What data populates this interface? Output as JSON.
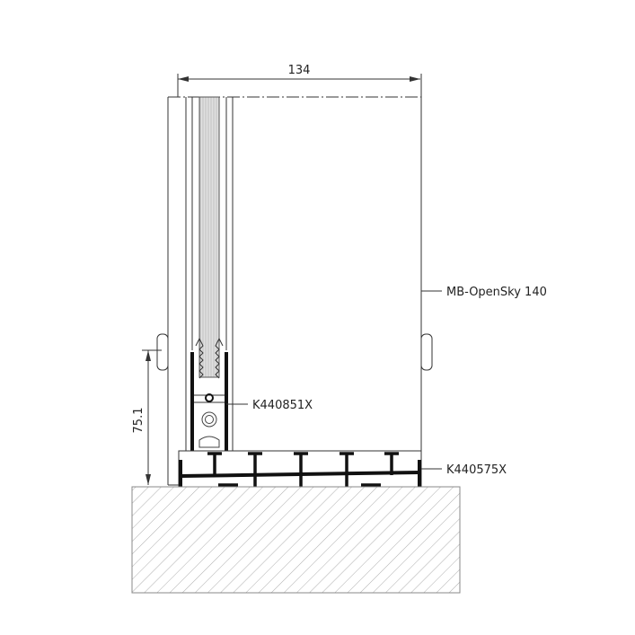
{
  "dimensions": {
    "width_label": "134",
    "height_label": "75.1"
  },
  "labels": {
    "system": "MB-OpenSky 140",
    "glazing_profile": "K440851X",
    "base_profile": "K440575X"
  },
  "colors": {
    "line": "#333333",
    "profile": "#111111",
    "glass": "#cfcfcf",
    "hatch": "#888888"
  }
}
